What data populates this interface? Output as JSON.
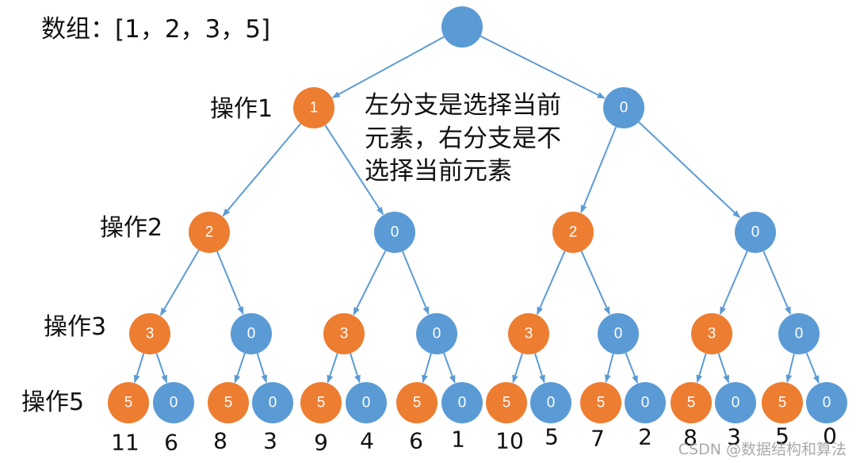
{
  "title": "数组：[1，2，3，5]",
  "note_lines": [
    "左分支是选择当前",
    "元素，右分支是不",
    "选择当前元素"
  ],
  "level_labels": [
    "操作1",
    "操作2",
    "操作3",
    "操作5"
  ],
  "watermark": "CSDN @数据结构和算法",
  "colors": {
    "orange": "#ed7d31",
    "blue": "#5b9bd5",
    "edge": "#5b9bd5",
    "text": "#111111"
  },
  "tree": {
    "root": {
      "value": "",
      "color": "blue"
    },
    "level1": [
      {
        "value": "1",
        "color": "orange"
      },
      {
        "value": "0",
        "color": "blue"
      }
    ],
    "level2": [
      {
        "value": "2",
        "color": "orange"
      },
      {
        "value": "0",
        "color": "blue"
      },
      {
        "value": "2",
        "color": "orange"
      },
      {
        "value": "0",
        "color": "blue"
      }
    ],
    "level3": [
      {
        "value": "3",
        "color": "orange"
      },
      {
        "value": "0",
        "color": "blue"
      },
      {
        "value": "3",
        "color": "orange"
      },
      {
        "value": "0",
        "color": "blue"
      },
      {
        "value": "3",
        "color": "orange"
      },
      {
        "value": "0",
        "color": "blue"
      },
      {
        "value": "3",
        "color": "orange"
      },
      {
        "value": "0",
        "color": "blue"
      }
    ],
    "level4": [
      {
        "value": "5",
        "color": "orange"
      },
      {
        "value": "0",
        "color": "blue"
      },
      {
        "value": "5",
        "color": "orange"
      },
      {
        "value": "0",
        "color": "blue"
      },
      {
        "value": "5",
        "color": "orange"
      },
      {
        "value": "0",
        "color": "blue"
      },
      {
        "value": "5",
        "color": "orange"
      },
      {
        "value": "0",
        "color": "blue"
      },
      {
        "value": "5",
        "color": "orange"
      },
      {
        "value": "0",
        "color": "blue"
      },
      {
        "value": "5",
        "color": "orange"
      },
      {
        "value": "0",
        "color": "blue"
      },
      {
        "value": "5",
        "color": "orange"
      },
      {
        "value": "0",
        "color": "blue"
      },
      {
        "value": "5",
        "color": "orange"
      },
      {
        "value": "0",
        "color": "blue"
      }
    ]
  },
  "sums": [
    "11",
    "6",
    "8",
    "3",
    "9",
    "4",
    "6",
    "1",
    "10",
    "5",
    "7",
    "2",
    "8",
    "3",
    "5",
    "0"
  ]
}
